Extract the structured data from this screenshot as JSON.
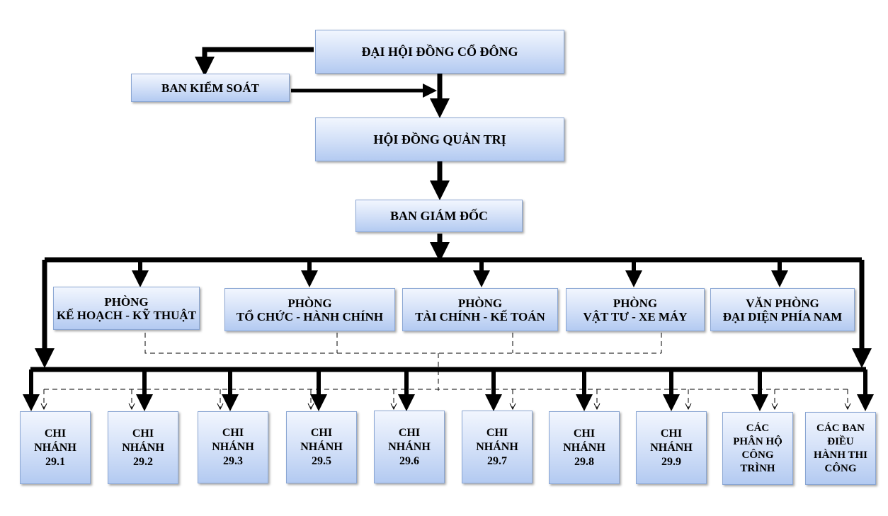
{
  "diagram": {
    "top": {
      "shareholders": "ĐẠI HỘI ĐỒNG CỔ ĐÔNG",
      "supervisory": "BAN KIỂM SOÁT",
      "board": "HỘI ĐỒNG QUẢN TRỊ",
      "directors": "BAN GIÁM ĐỐC"
    },
    "departments": [
      "PHÒNG\nKẾ HOẠCH - KỸ THUẬT",
      "PHÒNG\nTỔ CHỨC - HÀNH CHÍNH",
      "PHÒNG\nTÀI CHÍNH - KẾ TOÁN",
      "PHÒNG\nVẬT TƯ - XE MÁY",
      "VĂN PHÒNG\nĐẠI DIỆN PHÍA NAM"
    ],
    "units": [
      "CHI\nNHÁNH\n29.1",
      "CHI\nNHÁNH\n29.2",
      "CHI\nNHÁNH\n29.3",
      "CHI\nNHÁNH\n29.5",
      "CHI\nNHÁNH\n29.6",
      "CHI\nNHÁNH\n29.7",
      "CHI\nNHÁNH\n29.8",
      "CHI\nNHÁNH\n29.9",
      "CÁC\nPHÂN HỘ\nCÔNG\nTRÌNH",
      "CÁC BAN\nĐIỀU\nHÀNH THI\nCÔNG"
    ]
  }
}
